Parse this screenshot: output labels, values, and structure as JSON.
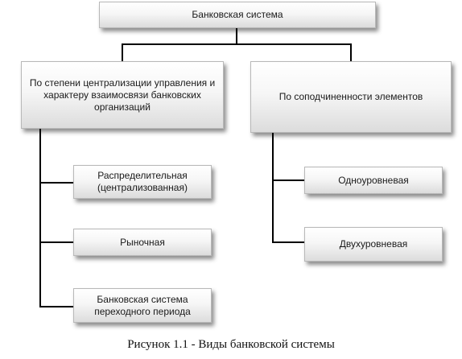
{
  "diagram": {
    "root": "Банковская система",
    "left_branch": {
      "title": "По степени централизации управления и характеру взаимосвязи банковских организаций",
      "items": [
        "Распределительная (централизованная)",
        "Рыночная",
        "Банковская система переходного периода"
      ]
    },
    "right_branch": {
      "title": "По соподчиненности элементов",
      "items": [
        "Одноуровневая",
        "Двухуровневая"
      ]
    },
    "caption": "Рисунок 1.1 - Виды банковской системы"
  }
}
